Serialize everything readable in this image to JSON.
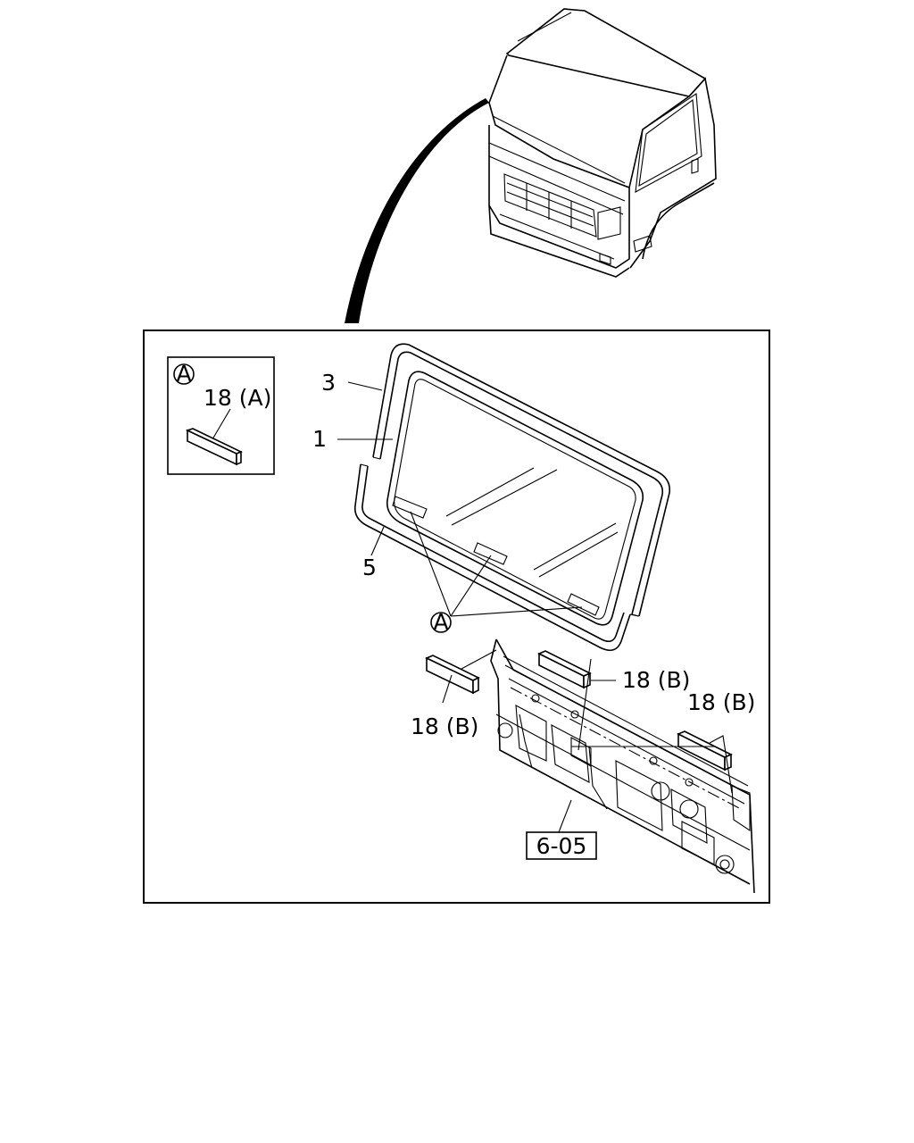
{
  "labels": {
    "windshield_glass": "1",
    "molding_upper": "3",
    "molding_lower": "5",
    "callout_circle": "A",
    "detail_circle": "A",
    "detail_part": "18 (A)",
    "spacer_b_right_top": "18 (B)",
    "spacer_b_right": "18 (B)",
    "spacer_b_left": "18 (B)",
    "reference": "6-05"
  }
}
